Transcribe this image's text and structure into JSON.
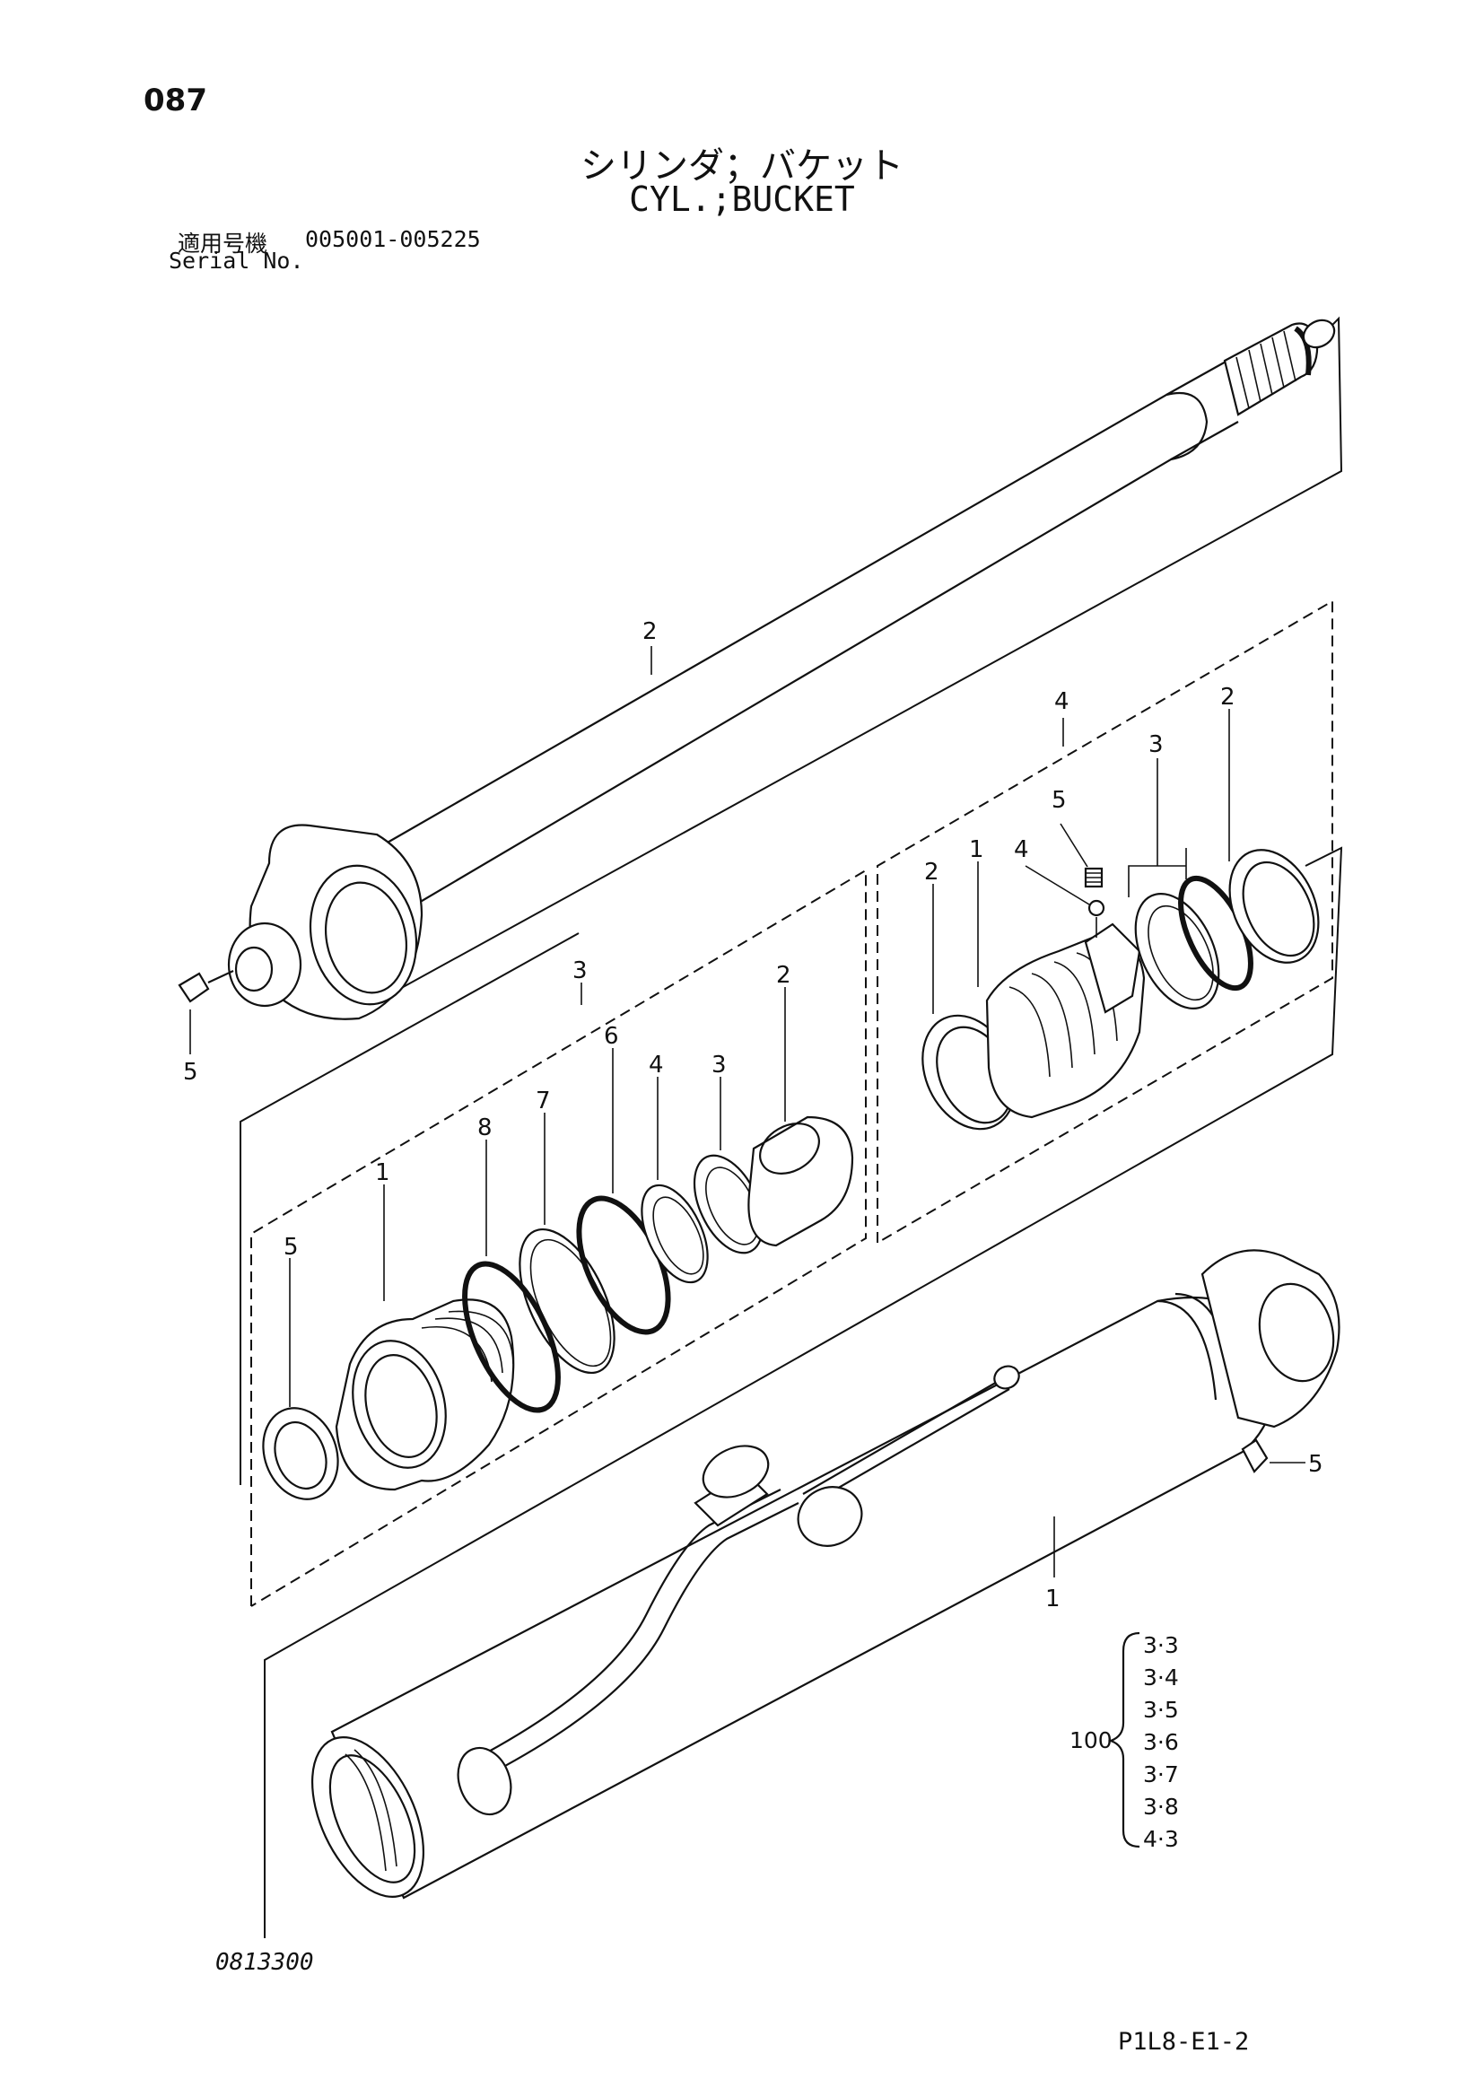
{
  "header": {
    "page_number": "087",
    "title_jp": "シリンダ；バケット",
    "title_en": "CYL.;BUCKET",
    "serial_label_jp": "適用号機",
    "serial_range": "005001-005225",
    "serial_label_en": "Serial No."
  },
  "callouts": {
    "rod_assy": "2",
    "rod_grease_fitting": "5",
    "head_group": "3",
    "head_body": "1",
    "head_bushing": "2",
    "head_seal_a": "3",
    "head_seal_b": "4",
    "head_seal_c": "6",
    "head_seal_d": "7",
    "head_oring": "8",
    "head_wiper": "5",
    "piston_group": "4",
    "piston_body": "1",
    "piston_ring_left": "2",
    "piston_ring_right": "2",
    "piston_seal_pair": "3",
    "piston_ball": "4",
    "piston_set_screw": "5",
    "tube_assy": "1",
    "tube_grease_fitting": "5"
  },
  "seal_kit": {
    "label": "100",
    "items": [
      "3·3",
      "3·4",
      "3·5",
      "3·6",
      "3·7",
      "3·8",
      "4·3"
    ]
  },
  "footer": {
    "drawing_number": "0813300",
    "sheet_code": "P1L8-E1-2"
  }
}
